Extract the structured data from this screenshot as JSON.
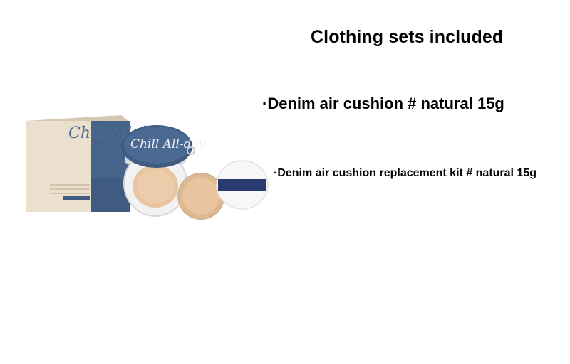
{
  "title": "Clothing sets included",
  "items": [
    "·Denim air cushion # natural 15g",
    "·Denim air cushion replacement kit # natural 15g"
  ],
  "product_image": {
    "box_script_text": "Chill All-day",
    "lid_script_text": "Chill All-day",
    "colors": {
      "box": "#e8dcc8",
      "denim": "#3f5b80",
      "foundation": "#e8c4a0",
      "puff_band": "#2a3a70"
    }
  }
}
